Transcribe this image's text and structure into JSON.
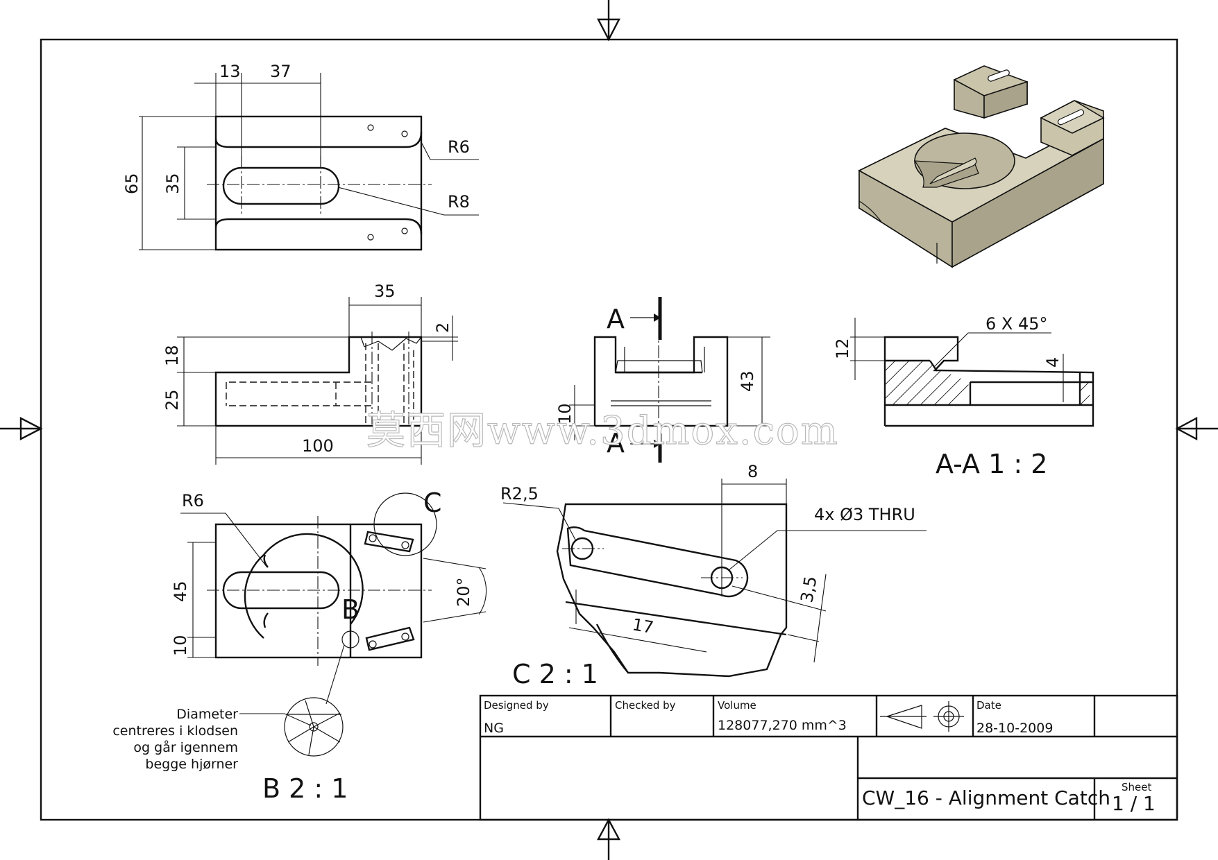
{
  "drawing": {
    "title_block": {
      "designed_by_label": "Designed by",
      "designed_by_value": "NG",
      "checked_by_label": "Checked by",
      "volume_label": "Volume",
      "volume_value": "128077,270 mm^3",
      "date_label": "Date",
      "date_value": "28-10-2009",
      "title": "CW_16 - Alignment Catch",
      "sheet_label": "Sheet",
      "sheet_value": "1 / 1"
    },
    "top_view": {
      "dims": [
        "13",
        "37",
        "65",
        "35",
        "R6",
        "R8"
      ]
    },
    "front_view": {
      "dims": [
        "35",
        "2",
        "18",
        "25",
        "100"
      ]
    },
    "side_view": {
      "cut_label_top": "A",
      "cut_label_bottom": "A",
      "dims": [
        "10",
        "43"
      ]
    },
    "section_view": {
      "dims": [
        "6 X 45°",
        "12",
        "4"
      ],
      "title": "A-A 1 : 2"
    },
    "bottom_view": {
      "dims": [
        "R6",
        "45",
        "10",
        "20°"
      ],
      "detail_c_label": "C",
      "detail_b_label": "B"
    },
    "detail_c": {
      "dims": [
        "R2,5",
        "8",
        "4x Ø3 THRU",
        "3,5",
        "17"
      ],
      "title": "C 2 : 1"
    },
    "detail_b": {
      "note_lines": [
        "Diameter",
        "centreres i klodsen",
        "og går igennem",
        "begge hjørner"
      ],
      "title": "B 2 : 1"
    },
    "watermark": "莫西网www.3dmox.com",
    "colors": {
      "line": "#111111",
      "model_top": "#d6d2bc",
      "model_front": "#b8b39a",
      "model_side": "#c9c4aa"
    }
  }
}
